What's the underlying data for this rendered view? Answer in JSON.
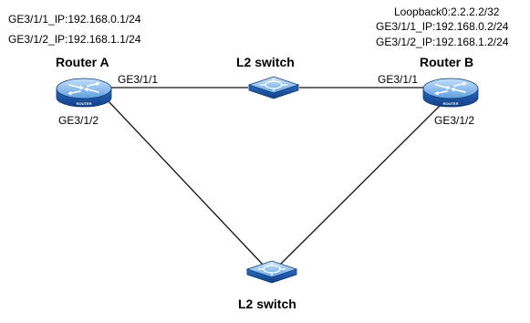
{
  "diagram": {
    "router_a": {
      "name": "Router A",
      "icon": "router-icon",
      "icon_text": "ROUTER",
      "ip_ge1": "GE3/1/1_IP:192.168.0.1/24",
      "ip_ge2": "GE3/1/2_IP:192.168.1.1/24",
      "port1": "GE3/1/1",
      "port2": "GE3/1/2"
    },
    "router_b": {
      "name": "Router B",
      "icon": "router-icon",
      "icon_text": "ROUTER",
      "loopback": "Loopback0:2.2.2.2/32",
      "ip_ge1": "GE3/1/1_IP:192.168.0.2/24",
      "ip_ge2": "GE3/1/2_IP:192.168.1.2/24",
      "port1": "GE3/1/1",
      "port2": "GE3/1/2"
    },
    "switch_top": {
      "name": "L2 switch",
      "icon": "l2-switch-icon"
    },
    "switch_bottom": {
      "name": "L2 switch",
      "icon": "l2-switch-icon"
    },
    "colors": {
      "device_top": "#8fc0ec",
      "device_side": "#1e5aa6",
      "device_outline": "#0f3a78",
      "link": "#111111"
    }
  }
}
